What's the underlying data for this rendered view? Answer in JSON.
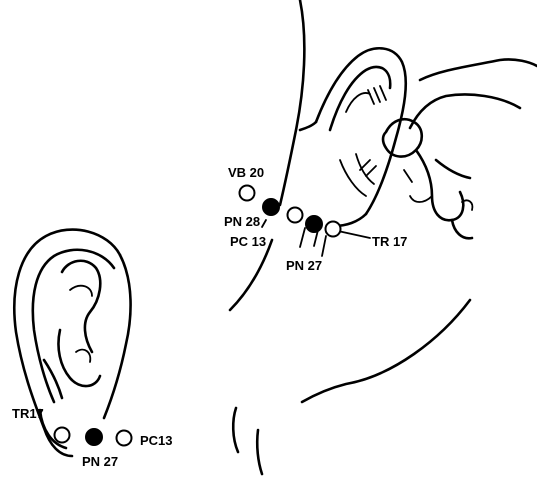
{
  "labels": {
    "vb20": "VB 20",
    "pn28": "PN 28",
    "pc13_head": "PC 13",
    "pn27_head": "PN 27",
    "tr17_head": "TR 17",
    "tr17_ear": "TR17",
    "pn27_ear": "PN 27",
    "pc13_ear": "PC13"
  },
  "points": [
    {
      "id": "vb20",
      "kind": "open"
    },
    {
      "id": "pn28",
      "kind": "filled"
    },
    {
      "id": "pc13_head",
      "kind": "open"
    },
    {
      "id": "pn27_head",
      "kind": "filled"
    },
    {
      "id": "tr17_head",
      "kind": "open"
    },
    {
      "id": "tr17_ear",
      "kind": "open"
    },
    {
      "id": "pn27_ear",
      "kind": "filled"
    },
    {
      "id": "pc13_ear",
      "kind": "open"
    }
  ]
}
